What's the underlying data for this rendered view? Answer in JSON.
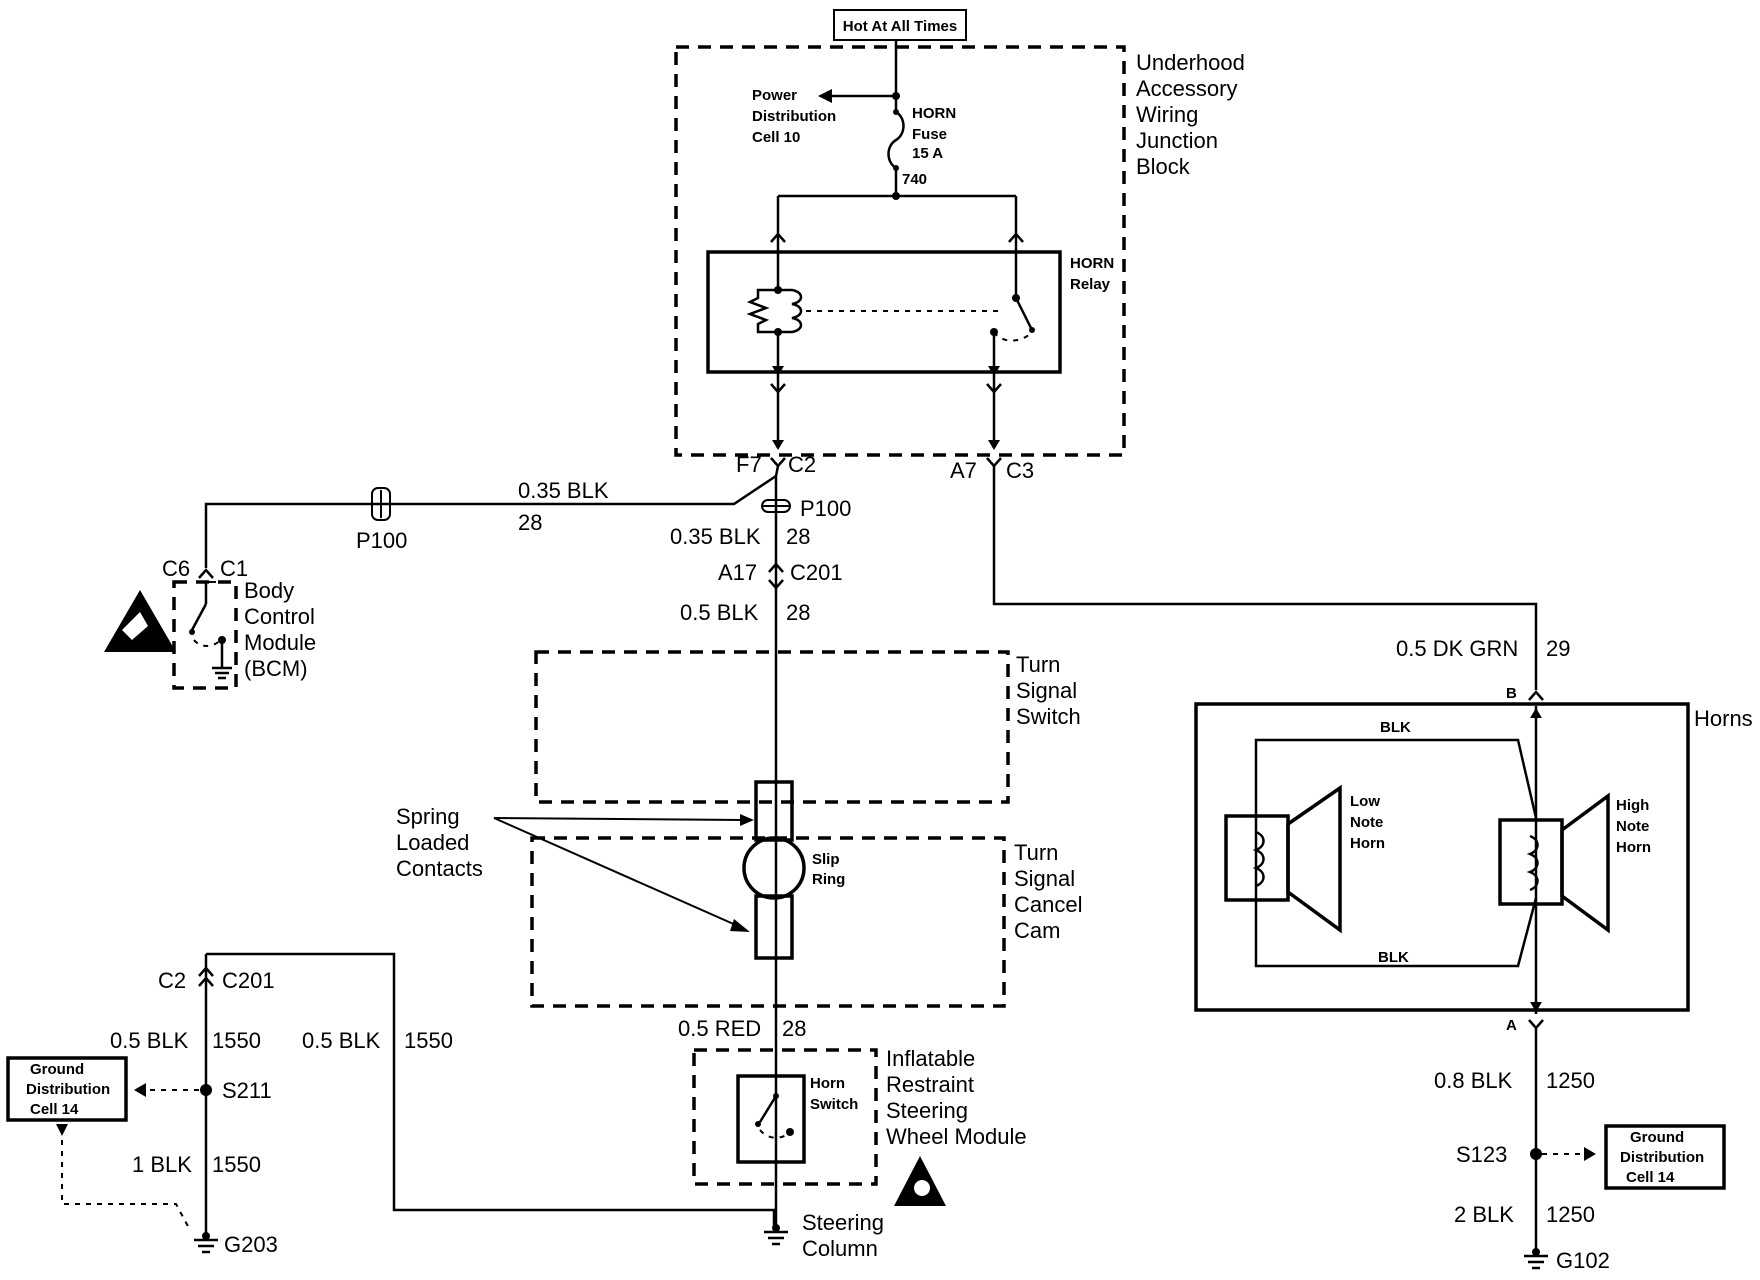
{
  "labels": {
    "hot_at_all_times": "Hot At All Times",
    "power_distribution": [
      "Power",
      "Distribution",
      "Cell 10"
    ],
    "horn_fuse": [
      "HORN",
      "Fuse",
      "15 A"
    ],
    "circuit_740": "740",
    "underhood_block": [
      "Underhood",
      "Accessory",
      "Wiring",
      "Junction",
      "Block"
    ],
    "horn_relay": [
      "HORN",
      "Relay"
    ],
    "f7": "F7",
    "c2_top": "C2",
    "a7": "A7",
    "c3": "C3",
    "wire_035_blk_top": "0.35 BLK",
    "circuit_28_top": "28",
    "p100_left": "P100",
    "p100_mid": "P100",
    "wire_035_blk_mid": "0.35 BLK",
    "circuit_28_mid": "28",
    "a17": "A17",
    "c201_top": "C201",
    "wire_05_blk_mid": "0.5 BLK",
    "circuit_28_c201": "28",
    "c6": "C6",
    "c1": "C1",
    "bcm": [
      "Body",
      "Control",
      "Module",
      "(BCM)"
    ],
    "turn_signal_switch": [
      "Turn",
      "Signal",
      "Switch"
    ],
    "spring_loaded": [
      "Spring",
      "Loaded",
      "Contacts"
    ],
    "slip_ring": [
      "Slip",
      "Ring"
    ],
    "turn_signal_cancel": [
      "Turn",
      "Signal",
      "Cancel",
      "Cam"
    ],
    "wire_05_red": "0.5 RED",
    "circuit_28_red": "28",
    "horn_switch": [
      "Horn",
      "Switch"
    ],
    "inflatable_restraint": [
      "Inflatable",
      "Restraint",
      "Steering",
      "Wheel Module"
    ],
    "steering_column": [
      "Steering",
      "Column"
    ],
    "c2_bottom": "C2",
    "c201_bottom": "C201",
    "wire_05_blk_left": "0.5 BLK",
    "circuit_1550_left": "1550",
    "wire_05_blk_center": "0.5 BLK",
    "circuit_1550_center": "1550",
    "ground_dist_left": [
      "Ground",
      "Distribution",
      "Cell 14"
    ],
    "s211": "S211",
    "wire_1_blk": "1 BLK",
    "circuit_1550_lower": "1550",
    "g203": "G203",
    "wire_05_dk_grn": "0.5 DK GRN",
    "circuit_29": "29",
    "pin_b": "B",
    "horns": "Horns",
    "blk_top": "BLK",
    "blk_bottom": "BLK",
    "low_note_horn": [
      "Low",
      "Note",
      "Horn"
    ],
    "high_note_horn": [
      "High",
      "Note",
      "Horn"
    ],
    "pin_a": "A",
    "wire_08_blk": "0.8 BLK",
    "circuit_1250_top": "1250",
    "s123": "S123",
    "ground_dist_right": [
      "Ground",
      "Distribution",
      "Cell 14"
    ],
    "wire_2_blk": "2 BLK",
    "circuit_1250_bottom": "1250",
    "g102": "G102"
  }
}
